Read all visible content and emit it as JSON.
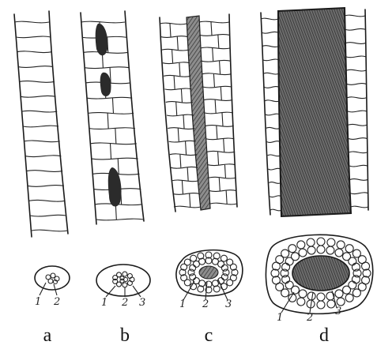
{
  "panels": [
    {
      "letter": "a",
      "labels": [
        "1",
        "2"
      ]
    },
    {
      "letter": "b",
      "labels": [
        "1",
        "2",
        "3"
      ]
    },
    {
      "letter": "c",
      "labels": [
        "1",
        "2",
        "3"
      ]
    },
    {
      "letter": "d",
      "labels": [
        "1",
        "2",
        "3"
      ]
    }
  ]
}
